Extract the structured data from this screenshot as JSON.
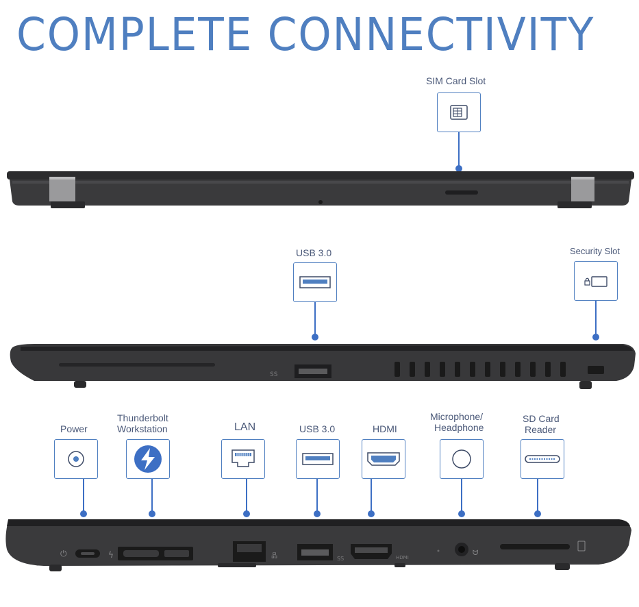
{
  "title": "COMPLETE CONNECTIVITY",
  "rear_view": {
    "ports": [
      {
        "label": "SIM Card Slot",
        "icon": "sim-card-icon"
      }
    ]
  },
  "right_side": {
    "ports": [
      {
        "label": "USB 3.0",
        "icon": "usb-port-icon"
      },
      {
        "label": "Security Slot",
        "icon": "lock-icon"
      }
    ]
  },
  "left_side": {
    "ports": [
      {
        "label": "Power",
        "icon": "power-connector-icon"
      },
      {
        "label_line1": "Thunderbolt",
        "label_line2": "Workstation",
        "icon": "thunderbolt-icon"
      },
      {
        "label": "LAN",
        "icon": "ethernet-icon"
      },
      {
        "label": "USB 3.0",
        "icon": "usb-port-icon"
      },
      {
        "label": "HDMI",
        "icon": "hdmi-icon"
      },
      {
        "label_line1": "Microphone/",
        "label_line2": "Headphone",
        "icon": "audio-jack-icon"
      },
      {
        "label_line1": "SD Card",
        "label_line2": "Reader",
        "icon": "sd-card-icon"
      }
    ],
    "engraving": {
      "hdmi": "HDMI",
      "usb": "SS"
    }
  },
  "colors": {
    "accent": "#4f7fc0",
    "connector": "#3d6fc4",
    "chassis": "#3a3a3c",
    "chassis_dark": "#222224"
  }
}
